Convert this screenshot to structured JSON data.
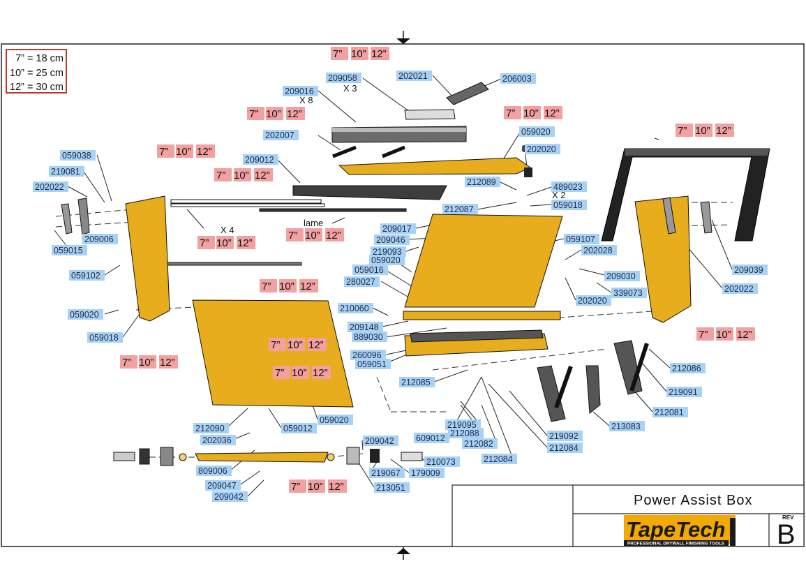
{
  "legend": [
    "7” = 18 cm",
    "10” = 25 cm",
    "12” = 30 cm"
  ],
  "title": "Power Assist Box",
  "rev_label": "REV",
  "rev_value": "B",
  "logo": {
    "name": "TapeTech",
    "tagline": "PROFESSIONAL DRYWALL FINISHING TOOLS"
  },
  "colors": {
    "part_fill": "#e8ad1c",
    "part_label_bg": "#a7d2f5",
    "size_label_bg": "#f2a0a0",
    "legend_border": "#c0392b",
    "logo_bg": "#f2a900"
  },
  "sizes": [
    "7”",
    "10”",
    "12”"
  ],
  "plain_labels": [
    "X 3",
    "X 8",
    "X 4",
    "X 2",
    "lame"
  ],
  "part_numbers": [
    "209058",
    "202021",
    "206003",
    "209016",
    "202007",
    "059020",
    "202020",
    "209012",
    "212089",
    "489023",
    "059018",
    "212087",
    "059038",
    "219081",
    "202022",
    "209006",
    "059015",
    "059102",
    "059020",
    "059018",
    "209017",
    "209046",
    "219093",
    "059020",
    "059016",
    "280027",
    "210060",
    "209148",
    "889030",
    "260096",
    "059051",
    "212085",
    "059107",
    "202028",
    "209030",
    "339073",
    "202020",
    "209039",
    "202022",
    "212086",
    "219091",
    "212081",
    "213083",
    "219092",
    "212084",
    "212082",
    "212088",
    "219095",
    "609012",
    "212084",
    "212090",
    "202036",
    "059012",
    "059020",
    "809006",
    "209047",
    "209042",
    "209042",
    "219067",
    "179009",
    "210073",
    "213051"
  ]
}
